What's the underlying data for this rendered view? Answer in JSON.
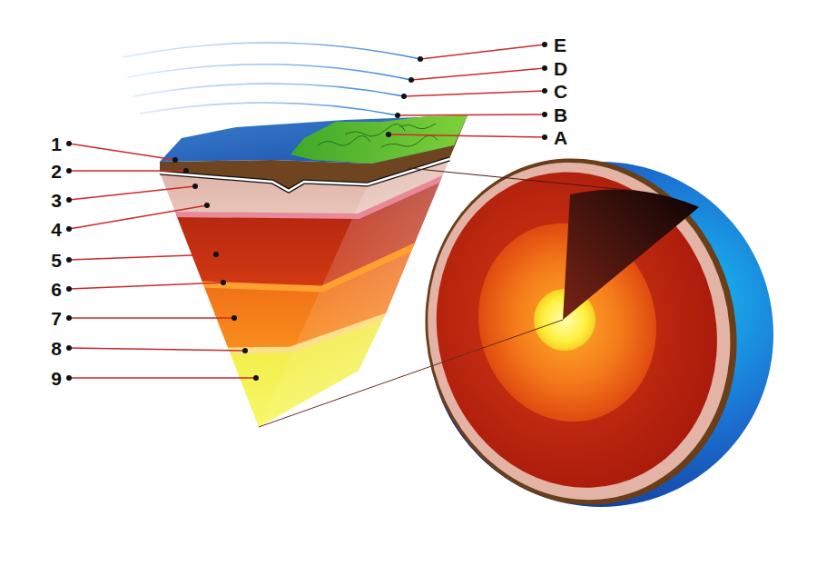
{
  "diagram": {
    "labels": [
      "1",
      "2",
      "3",
      "4",
      "5",
      "6",
      "7",
      "8",
      "9",
      "A",
      "B",
      "C",
      "D",
      "E"
    ]
  }
}
